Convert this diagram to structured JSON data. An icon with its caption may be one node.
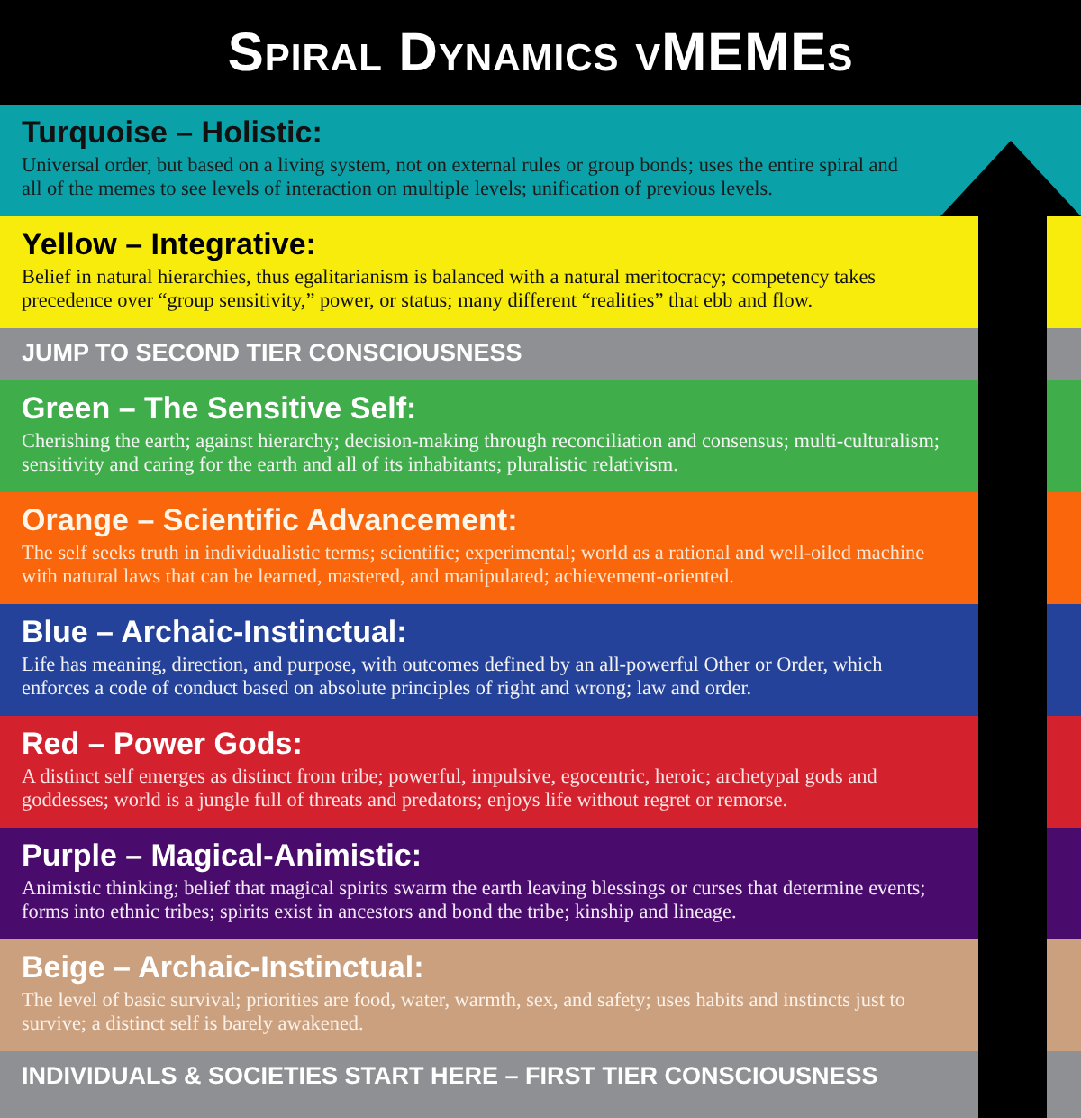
{
  "diagram": {
    "title": "Spiral Dynamics vMEMEs",
    "nodes": [
      {
        "text": [
          "Turquoise – Holistic:",
          "Universal order, but based on a living system, not on external rules or group bonds; uses the entire spiral and all of the memes to see levels of interaction on multiple levels; unification of previous levels."
        ]
      },
      {
        "text": [
          "Yellow – Integrative:",
          "Belief in natural hierarchies, thus egalitarianism is balanced with a natural meritocracy; competency takes precedence over “group sensitivity,” power, or status; many different “realities” that ebb and flow."
        ]
      },
      {
        "text": [
          "JUMP TO SECOND TIER CONSCIOUSNESS"
        ]
      },
      {
        "text": [
          "Green – The Sensitive Self:",
          "Cherishing the earth; against hierarchy; decision-making through reconciliation and consensus; multi-culturalism; sensitivity and caring for the earth and all of its inhabitants; pluralistic relativism."
        ]
      },
      {
        "text": [
          "Orange – Scientific Advancement:",
          "The self seeks truth in individualistic terms; scientific; experimental; world as a rational and well-oiled machine with natural laws that can be learned, mastered, and manipulated; achievement-oriented."
        ]
      },
      {
        "text": [
          "Blue – Archaic-Instinctual:",
          "Life has meaning, direction, and purpose, with outcomes defined by an all-powerful Other or Order, which enforces a code of conduct based on absolute principles of right and wrong; law and order."
        ]
      },
      {
        "text": [
          "Red – Power Gods:",
          "A distinct self emerges as distinct from tribe; powerful, impulsive, egocentric, heroic; archetypal gods and goddesses; world is a jungle full of threats and predators; enjoys life without regret or remorse."
        ]
      },
      {
        "text": [
          "Purple – Magical-Animistic:",
          "Animistic thinking; belief that magical spirits swarm the earth leaving blessings or curses that determine events; forms into ethnic tribes; spirits exist in ancestors and bond the tribe; kinship and lineage."
        ]
      },
      {
        "text": [
          "Beige – Archaic-Instinctual:",
          "The level of basic survival; priorities are food, water, warmth, sex, and safety; uses habits and instincts just to survive; a distinct self is barely awakened."
        ]
      },
      {
        "text": [
          "INDIVIDUALS & SOCIETIES START HERE – FIRST TIER CONSCIOUSNESS"
        ]
      }
    ]
  }
}
